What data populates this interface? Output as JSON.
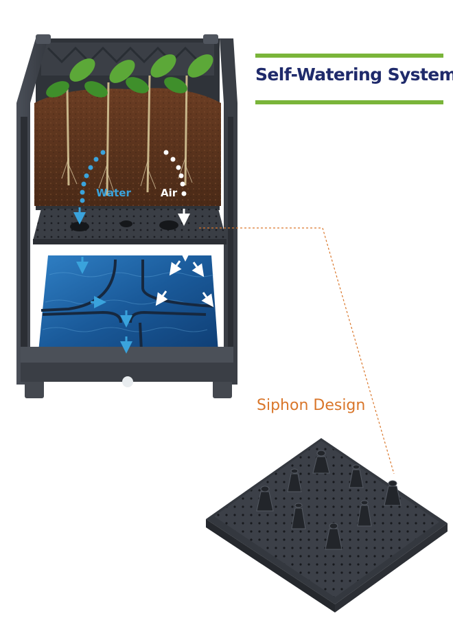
{
  "header": {
    "title": "Self-Watering System"
  },
  "diagram": {
    "water_label": "Water",
    "air_label": "Air",
    "siphon_label": "Siphon Design"
  },
  "colors": {
    "title_navy": "#1f2a6b",
    "accent_green": "#7ab53a",
    "water_blue": "#3aa3dc",
    "air_white": "#ffffff",
    "siphon_orange": "#d9762a",
    "planter_gray": "#3e434c",
    "soil_brown": "#5a3420",
    "reservoir_blue": "#1d5c9a"
  },
  "icons": [
    "plant-seedling-icon",
    "water-arrow-icon",
    "air-arrow-icon"
  ]
}
